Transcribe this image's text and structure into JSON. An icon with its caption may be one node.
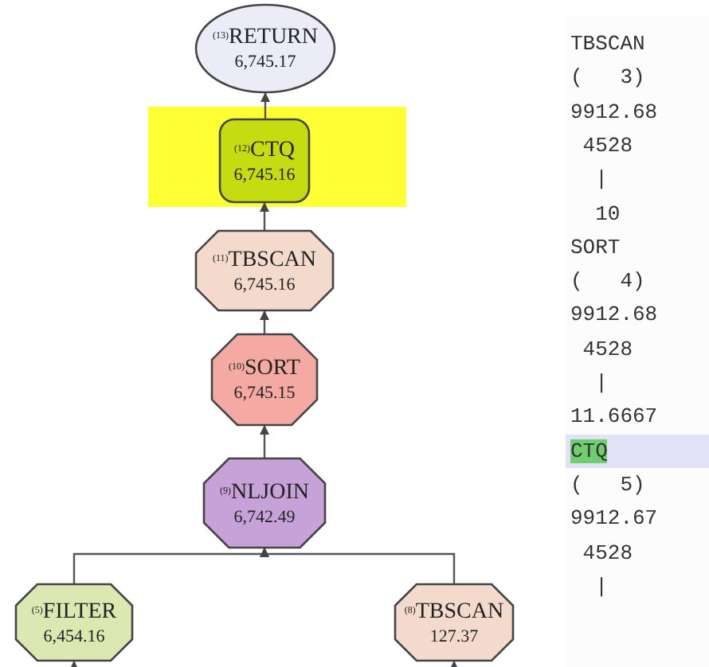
{
  "diagram": {
    "nodes": [
      {
        "text": [
          "$^{(13)}$RETURN",
          "6,745.17"
        ]
      },
      {
        "text": [
          "$^{(12)}$CTQ",
          "6,745.16"
        ]
      },
      {
        "text": [
          "$^{(11)}$TBSCAN",
          "6,745.16"
        ]
      },
      {
        "text": [
          "$^{(10)}$SORT",
          "6,745.15"
        ]
      },
      {
        "text": [
          "$^{(9)}$NLJOIN",
          "6,742.49"
        ]
      },
      {
        "text": [
          "$^{(5)}$FILTER",
          "6,454.16"
        ]
      },
      {
        "text": [
          "$^{(8)}$TBSCAN",
          "127.37"
        ]
      }
    ],
    "edges": [
      {
        "from": 1,
        "to": 0,
        "arrow": "to"
      },
      {
        "from": 2,
        "to": 1,
        "arrow": "to"
      },
      {
        "from": 3,
        "to": 2,
        "arrow": "to"
      },
      {
        "from": 4,
        "to": 3,
        "arrow": "to"
      },
      {
        "from": 5,
        "to": 4,
        "arrow": "to"
      },
      {
        "from": 6,
        "to": 4,
        "arrow": "to"
      },
      {
        "from": null,
        "to": 5,
        "arrow": "to"
      },
      {
        "from": null,
        "to": 6,
        "arrow": "to"
      }
    ],
    "labels": [
      "TBSCAN",
      "(   3)",
      "9912.68",
      " 4528",
      "  |",
      "  10",
      "SORT",
      "(   4)",
      "9912.68",
      " 4528",
      "  |",
      "11.6667",
      "CTQ",
      "(   5)",
      "9912.67",
      " 4528",
      "  |"
    ]
  }
}
